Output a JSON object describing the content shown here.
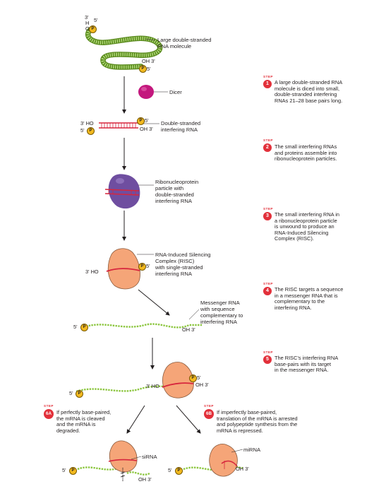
{
  "labels": {
    "dsrna": "Large double-stranded\nRNA molecule",
    "dicer": "Dicer",
    "dsirna": "Double-stranded\ninterfering RNA",
    "rnp": "Ribonucleoprotein\nparticle with\ndouble-stranded\ninterfering RNA",
    "risc": "RNA-Induced Silencing\nComplex (RISC)\nwith single-stranded\ninterfering RNA",
    "mrna": "Messenger RNA\nwith sequence\ncomplementary to\ninterfering RNA",
    "sirna": "siRNA",
    "mirna": "miRNA"
  },
  "ends": {
    "three": "3'",
    "five": "5'",
    "h": "H",
    "o": "O",
    "p": "P",
    "oh3": "OH 3'",
    "ho3": "3' HO"
  },
  "steps": [
    {
      "num": "1",
      "tag": "STEP",
      "text": "A large double-stranded RNA\nmolecule is diced into small,\ndouble-stranded interfering\nRNAs 21–28 base pairs long."
    },
    {
      "num": "2",
      "tag": "STEP",
      "text": "The small interfering RNAs\nand proteins assemble into\nribonucleoprotein particles."
    },
    {
      "num": "3",
      "tag": "STEP",
      "text": "The small interfering RNA in\na ribonucleoprotein particle\nis unwound to produce an\nRNA-Induced Silencing\nComplex (RISC)."
    },
    {
      "num": "4",
      "tag": "STEP",
      "text": "The RISC targets a sequence\nin a messenger RNA that is\ncomplementary to the\ninterfering RNA."
    },
    {
      "num": "5",
      "tag": "STEP",
      "text": "The RISC's interfering RNA\nbase-pairs with its target\nin the messenger RNA."
    }
  ],
  "branches": [
    {
      "num": "6A",
      "tag": "STEP",
      "text": "If perfectly base-paired,\nthe mRNA is cleaved\nand the mRNA is\ndegraded."
    },
    {
      "num": "6B",
      "tag": "STEP",
      "text": "If imperfectly base-paired,\ntranslation of the mRNA is arrested\nand polypeptide synthesis from the\nmRNA is repressed."
    }
  ],
  "colors": {
    "rna_green": "#8cc63f",
    "rna_dark": "#5a8a1e",
    "sirna_red": "#d7263d",
    "dicer": "#c3187d",
    "rnp": "#6f4ea0",
    "risc": "#f5a578",
    "phosphate": "#f2b91f",
    "badge": "#e2303a"
  }
}
